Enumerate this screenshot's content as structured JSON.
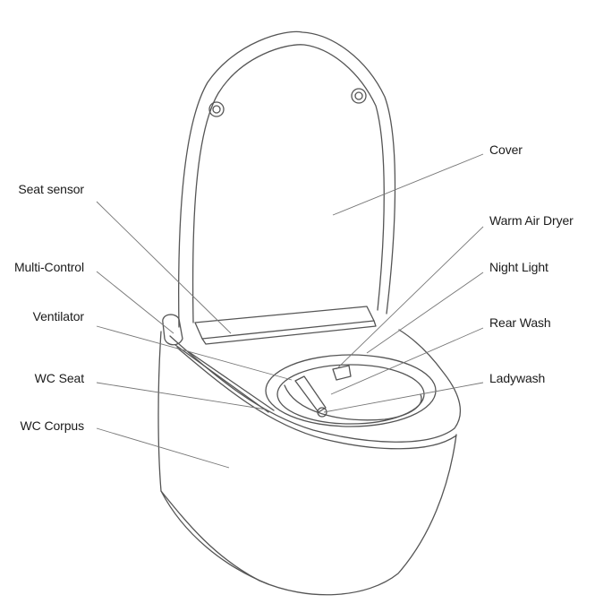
{
  "labels": {
    "left": [
      {
        "id": "seat-sensor",
        "text": "Seat sensor"
      },
      {
        "id": "multi-control",
        "text": "Multi-Control"
      },
      {
        "id": "ventilator",
        "text": "Ventilator"
      },
      {
        "id": "wc-seat",
        "text": "WC Seat"
      },
      {
        "id": "wc-corpus",
        "text": "WC Corpus"
      }
    ],
    "right": [
      {
        "id": "cover",
        "text": "Cover"
      },
      {
        "id": "warm-air-dryer",
        "text": "Warm Air Dryer"
      },
      {
        "id": "night-light",
        "text": "Night Light"
      },
      {
        "id": "rear-wash",
        "text": "Rear Wash"
      },
      {
        "id": "ladywash",
        "text": "Ladywash"
      }
    ]
  },
  "colors": {
    "line": "#555555",
    "leader": "#777777",
    "text": "#1a1a1a"
  }
}
